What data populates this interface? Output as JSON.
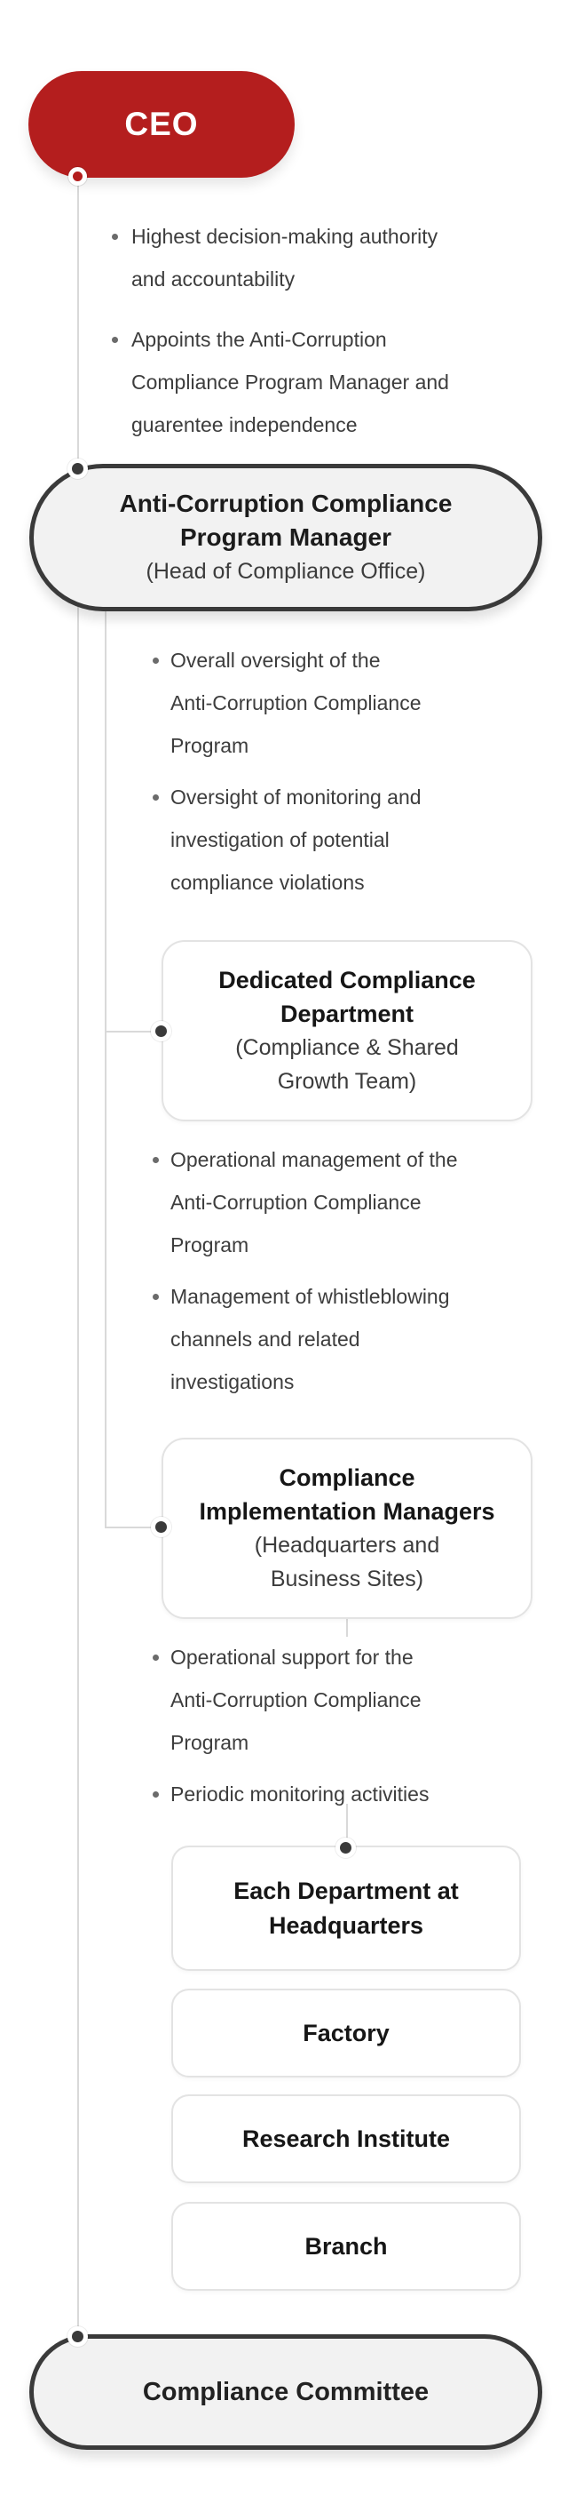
{
  "palette": {
    "accent_red": "#b41e1e",
    "dark_outline": "#3a3a3a",
    "connector_line": "#d9d9d9",
    "oval_fill": "#f2f2f2",
    "card_border": "#e3e3e3",
    "body_text": "#3d3d3d",
    "title_text": "#161616"
  },
  "nodes": {
    "ceo": {
      "label": "CEO"
    },
    "manager": {
      "title_lines": [
        "Anti-Corruption Compliance",
        "Program Manager"
      ],
      "subtitle": "(Head of Compliance Office)"
    },
    "dedicated": {
      "title_lines": [
        "Dedicated Compliance",
        "Department"
      ],
      "subtitle_lines": [
        "(Compliance & Shared",
        "Growth Team)"
      ]
    },
    "implementation": {
      "title_lines": [
        "Compliance",
        "Implementation Managers"
      ],
      "subtitle_lines": [
        "(Headquarters and",
        "Business Sites)"
      ]
    },
    "hq_departments": {
      "title_lines": [
        "Each Department at",
        "Headquarters"
      ]
    },
    "factory": {
      "label": "Factory"
    },
    "research_institute": {
      "label": "Research Institute"
    },
    "branch": {
      "label": "Branch"
    },
    "committee": {
      "label": "Compliance Committee"
    }
  },
  "bullets": {
    "ceo": [
      {
        "lines": [
          "Highest decision-making authority",
          "and accountability"
        ]
      },
      {
        "lines": [
          "Appoints the Anti-Corruption",
          "Compliance Program Manager and",
          "guarentee independence"
        ]
      }
    ],
    "manager": [
      {
        "lines": [
          "Overall oversight of the",
          "Anti-Corruption Compliance",
          "Program"
        ]
      },
      {
        "lines": [
          "Oversight of monitoring and",
          "investigation of potential",
          "compliance violations"
        ]
      }
    ],
    "dedicated": [
      {
        "lines": [
          "Operational management of the",
          "Anti-Corruption Compliance",
          "Program"
        ]
      },
      {
        "lines": [
          "Management of whistleblowing",
          "channels and related",
          "investigations"
        ]
      }
    ],
    "implementation": [
      {
        "lines": [
          "Operational support for the",
          "Anti-Corruption Compliance",
          "Program"
        ]
      },
      {
        "lines": [
          "Periodic monitoring activities"
        ]
      }
    ]
  }
}
